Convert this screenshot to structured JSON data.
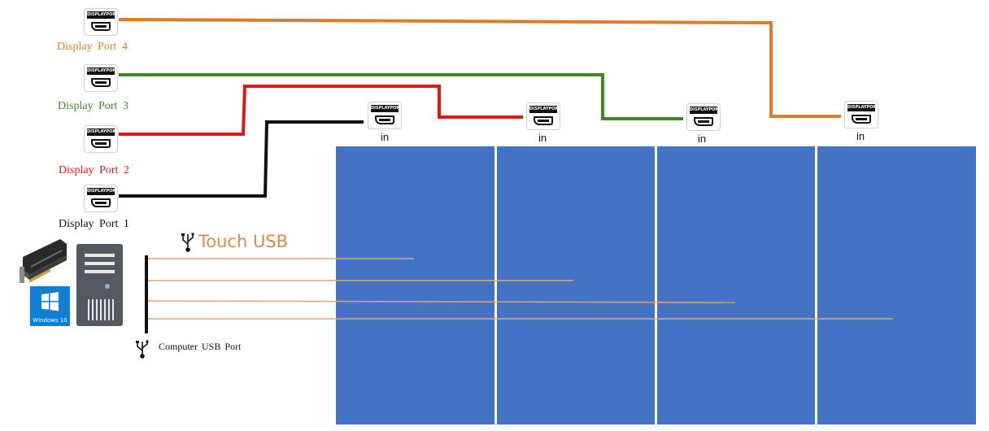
{
  "source_ports": [
    {
      "label": "Display  Port  4",
      "color": "#e07b2a"
    },
    {
      "label": "Display  Port  3",
      "color": "#3a8a20"
    },
    {
      "label": "Display  Port  2",
      "color": "#e01818"
    },
    {
      "label": "Display  Port  1",
      "color": "#111111"
    }
  ],
  "connector_caption": "DISPLAYPORT",
  "panel_inputs": [
    "in",
    "in",
    "in",
    "in"
  ],
  "panel_color": "#4472c4",
  "usb": {
    "title": "Touch USB",
    "port_label": "Computer  USB  Port",
    "line_color": "#d9a67a",
    "icon": "usb-icon"
  },
  "computer": {
    "os_label": "Windows 10",
    "icons": [
      "graphics-card-icon",
      "windows-logo-icon",
      "computer-tower-icon"
    ]
  }
}
